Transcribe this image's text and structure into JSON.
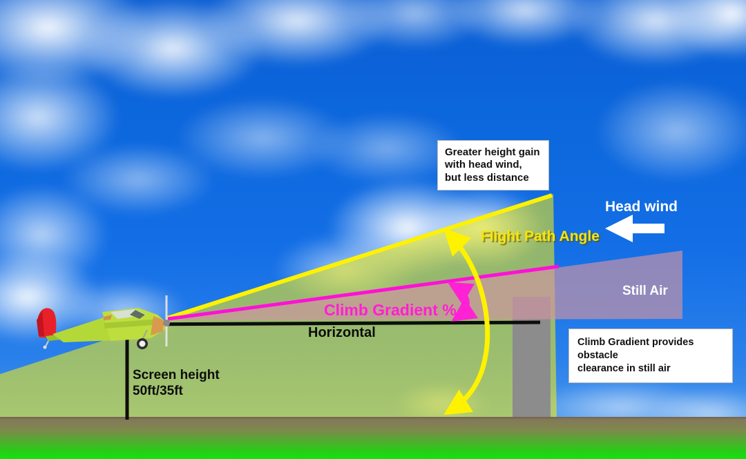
{
  "diagram": {
    "title": "Climb gradient and flight path angle diagram",
    "annotations": {
      "headwind_note": "Greater height gain\nwith head wind,\nbut less distance",
      "still_air_note": "Climb Gradient provides obstacle\nclearance in still air"
    },
    "labels": {
      "head_wind": "Head wind",
      "flight_path_angle": "Flight Path Angle",
      "climb_gradient": "Climb Gradient %",
      "horizontal": "Horizontal",
      "screen_height": "Screen height\n50ft/35ft",
      "still_air": "Still Air"
    },
    "colors": {
      "flight_path_yellow": "#fff200",
      "climb_gradient_magenta": "#ff1fd2",
      "still_air_purple_fill": "#d094a2",
      "sky_blue": "#146fe6",
      "ground_green": "#18d60e",
      "ground_brown": "#85775a",
      "obstacle_gray": "#8c8c8c",
      "reference_line_black": "#0d0d0d",
      "wind_arrow_white": "#ffffff"
    }
  }
}
